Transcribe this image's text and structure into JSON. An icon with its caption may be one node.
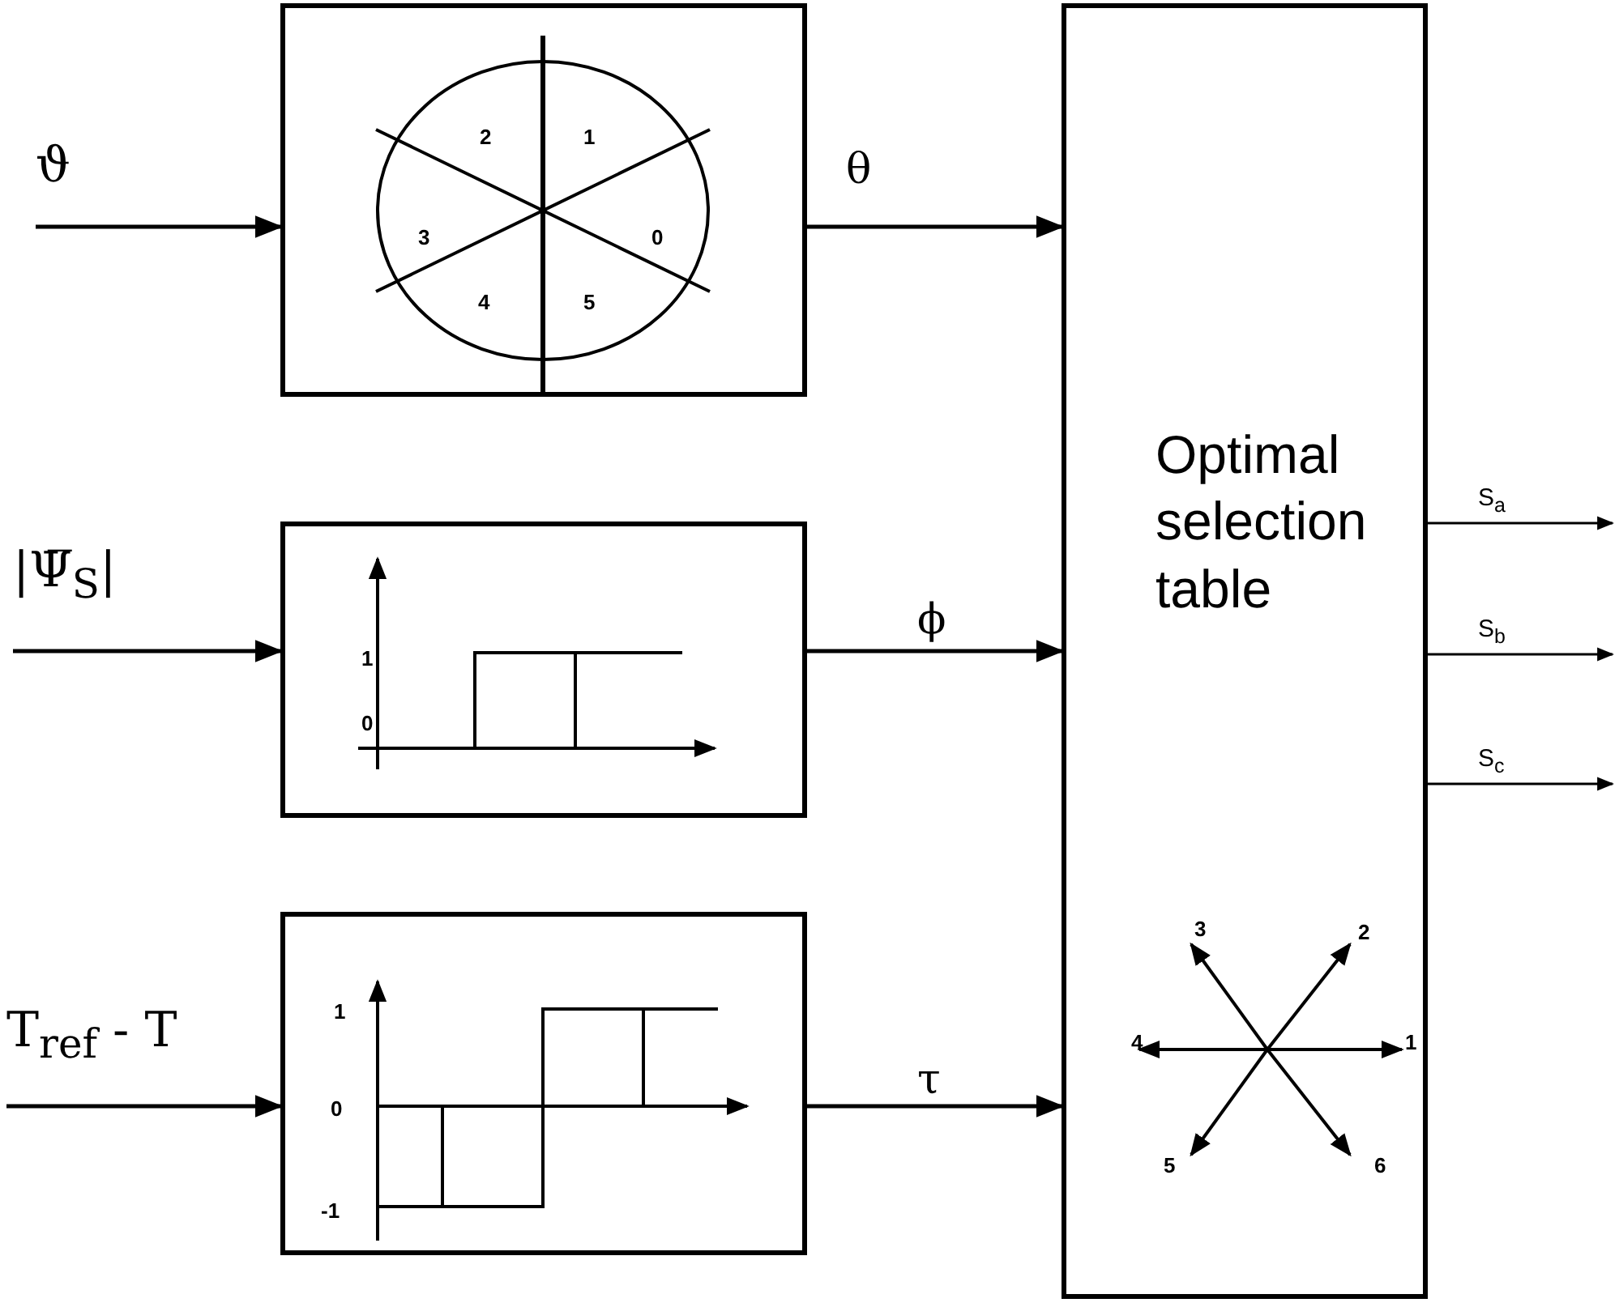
{
  "diagram": {
    "nodes": [
      {
        "text": [
          "ϑ"
        ]
      },
      {
        "text": [
          "2",
          "1",
          "3",
          "0",
          "4",
          "5"
        ]
      },
      {
        "text": [
          "|Ψ̅$_{S}$|"
        ]
      },
      {
        "text": [
          "1",
          "0"
        ]
      },
      {
        "text": [
          "T$_{ref}$ - T"
        ]
      },
      {
        "text": [
          "1",
          "0",
          "-1"
        ]
      },
      {
        "text": [
          "Optimal selection table",
          "3",
          "2",
          "4",
          "1",
          "5",
          "6"
        ]
      }
    ],
    "edges": [
      {
        "from": 0,
        "to": 1,
        "arrow": "to"
      },
      {
        "from": 1,
        "to": 6,
        "arrow": "to",
        "label": "θ"
      },
      {
        "from": 2,
        "to": 3,
        "arrow": "to"
      },
      {
        "from": 3,
        "to": 6,
        "arrow": "to",
        "label": "ϕ"
      },
      {
        "from": 4,
        "to": 5,
        "arrow": "to"
      },
      {
        "from": 5,
        "to": 6,
        "arrow": "to",
        "label": "τ"
      },
      {
        "from": 6,
        "to": null,
        "arrow": "to",
        "label": "S$_{a}$"
      },
      {
        "from": 6,
        "to": null,
        "arrow": "to",
        "label": "S$_{b}$"
      },
      {
        "from": 6,
        "to": null,
        "arrow": "to",
        "label": "S$_{c}$"
      }
    ]
  }
}
